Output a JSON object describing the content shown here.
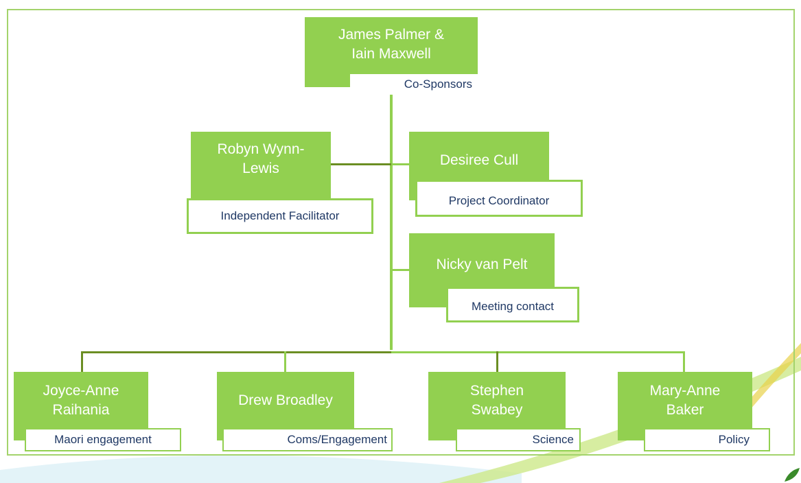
{
  "top": {
    "name": "James Palmer & Iain Maxwell",
    "role": "Co-Sponsors"
  },
  "middle": [
    {
      "name": "Robyn Wynn-Lewis",
      "role": "Independent Facilitator"
    },
    {
      "name": "Desiree Cull",
      "role": "Project Coordinator"
    },
    {
      "name": "Nicky van Pelt",
      "role": "Meeting contact"
    }
  ],
  "bottom": [
    {
      "name": "Joyce-Anne Raihania",
      "role": "Maori engagement"
    },
    {
      "name": "Drew Broadley",
      "role": "Coms/Engagement"
    },
    {
      "name": "Stephen Swabey",
      "role": "Science"
    },
    {
      "name": "Mary-Anne Baker",
      "role": "Policy"
    }
  ],
  "colors": {
    "box": "#92d050",
    "role_text": "#1f3864",
    "connector_dark": "#6b8e23"
  }
}
